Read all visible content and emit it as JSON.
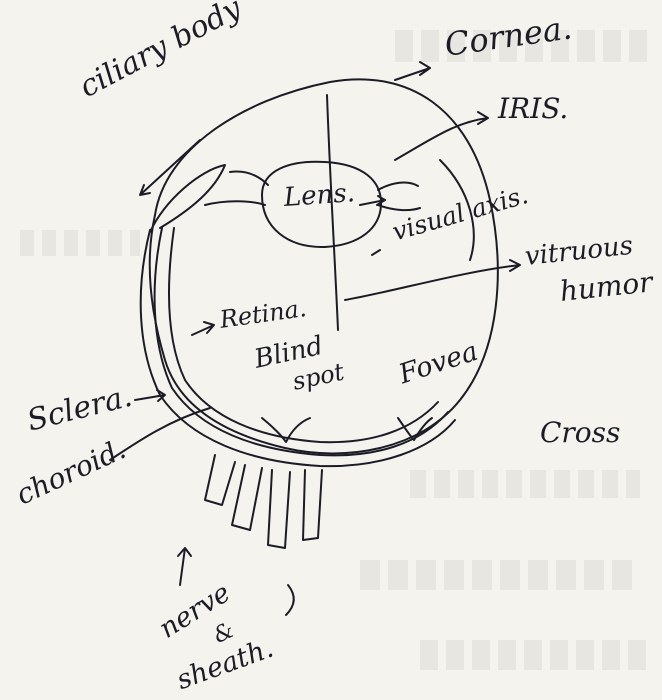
{
  "diagram": {
    "labels": {
      "ciliary_body": "ciliary body",
      "cornea": "Cornea.",
      "iris": "IRIS.",
      "lens": "Lens.",
      "visual_axis": "visual axis.",
      "vitreous_humor_line1": "vitruous",
      "vitreous_humor_line2": "humor",
      "retina": "Retina.",
      "blind_spot_line1": "Blind",
      "blind_spot_line2": "spot",
      "fovea": "Fovea",
      "sclera": "Sclera.",
      "choroid": "choroid.",
      "nerve_line1": "nerve",
      "nerve_line2": "&",
      "nerve_line3": "sheath."
    },
    "right_margin_text": "Cross",
    "ink_color": "#1c1c26",
    "paper_color": "#f4f3ee",
    "bleed_through_color": "#c9c8c4"
  }
}
